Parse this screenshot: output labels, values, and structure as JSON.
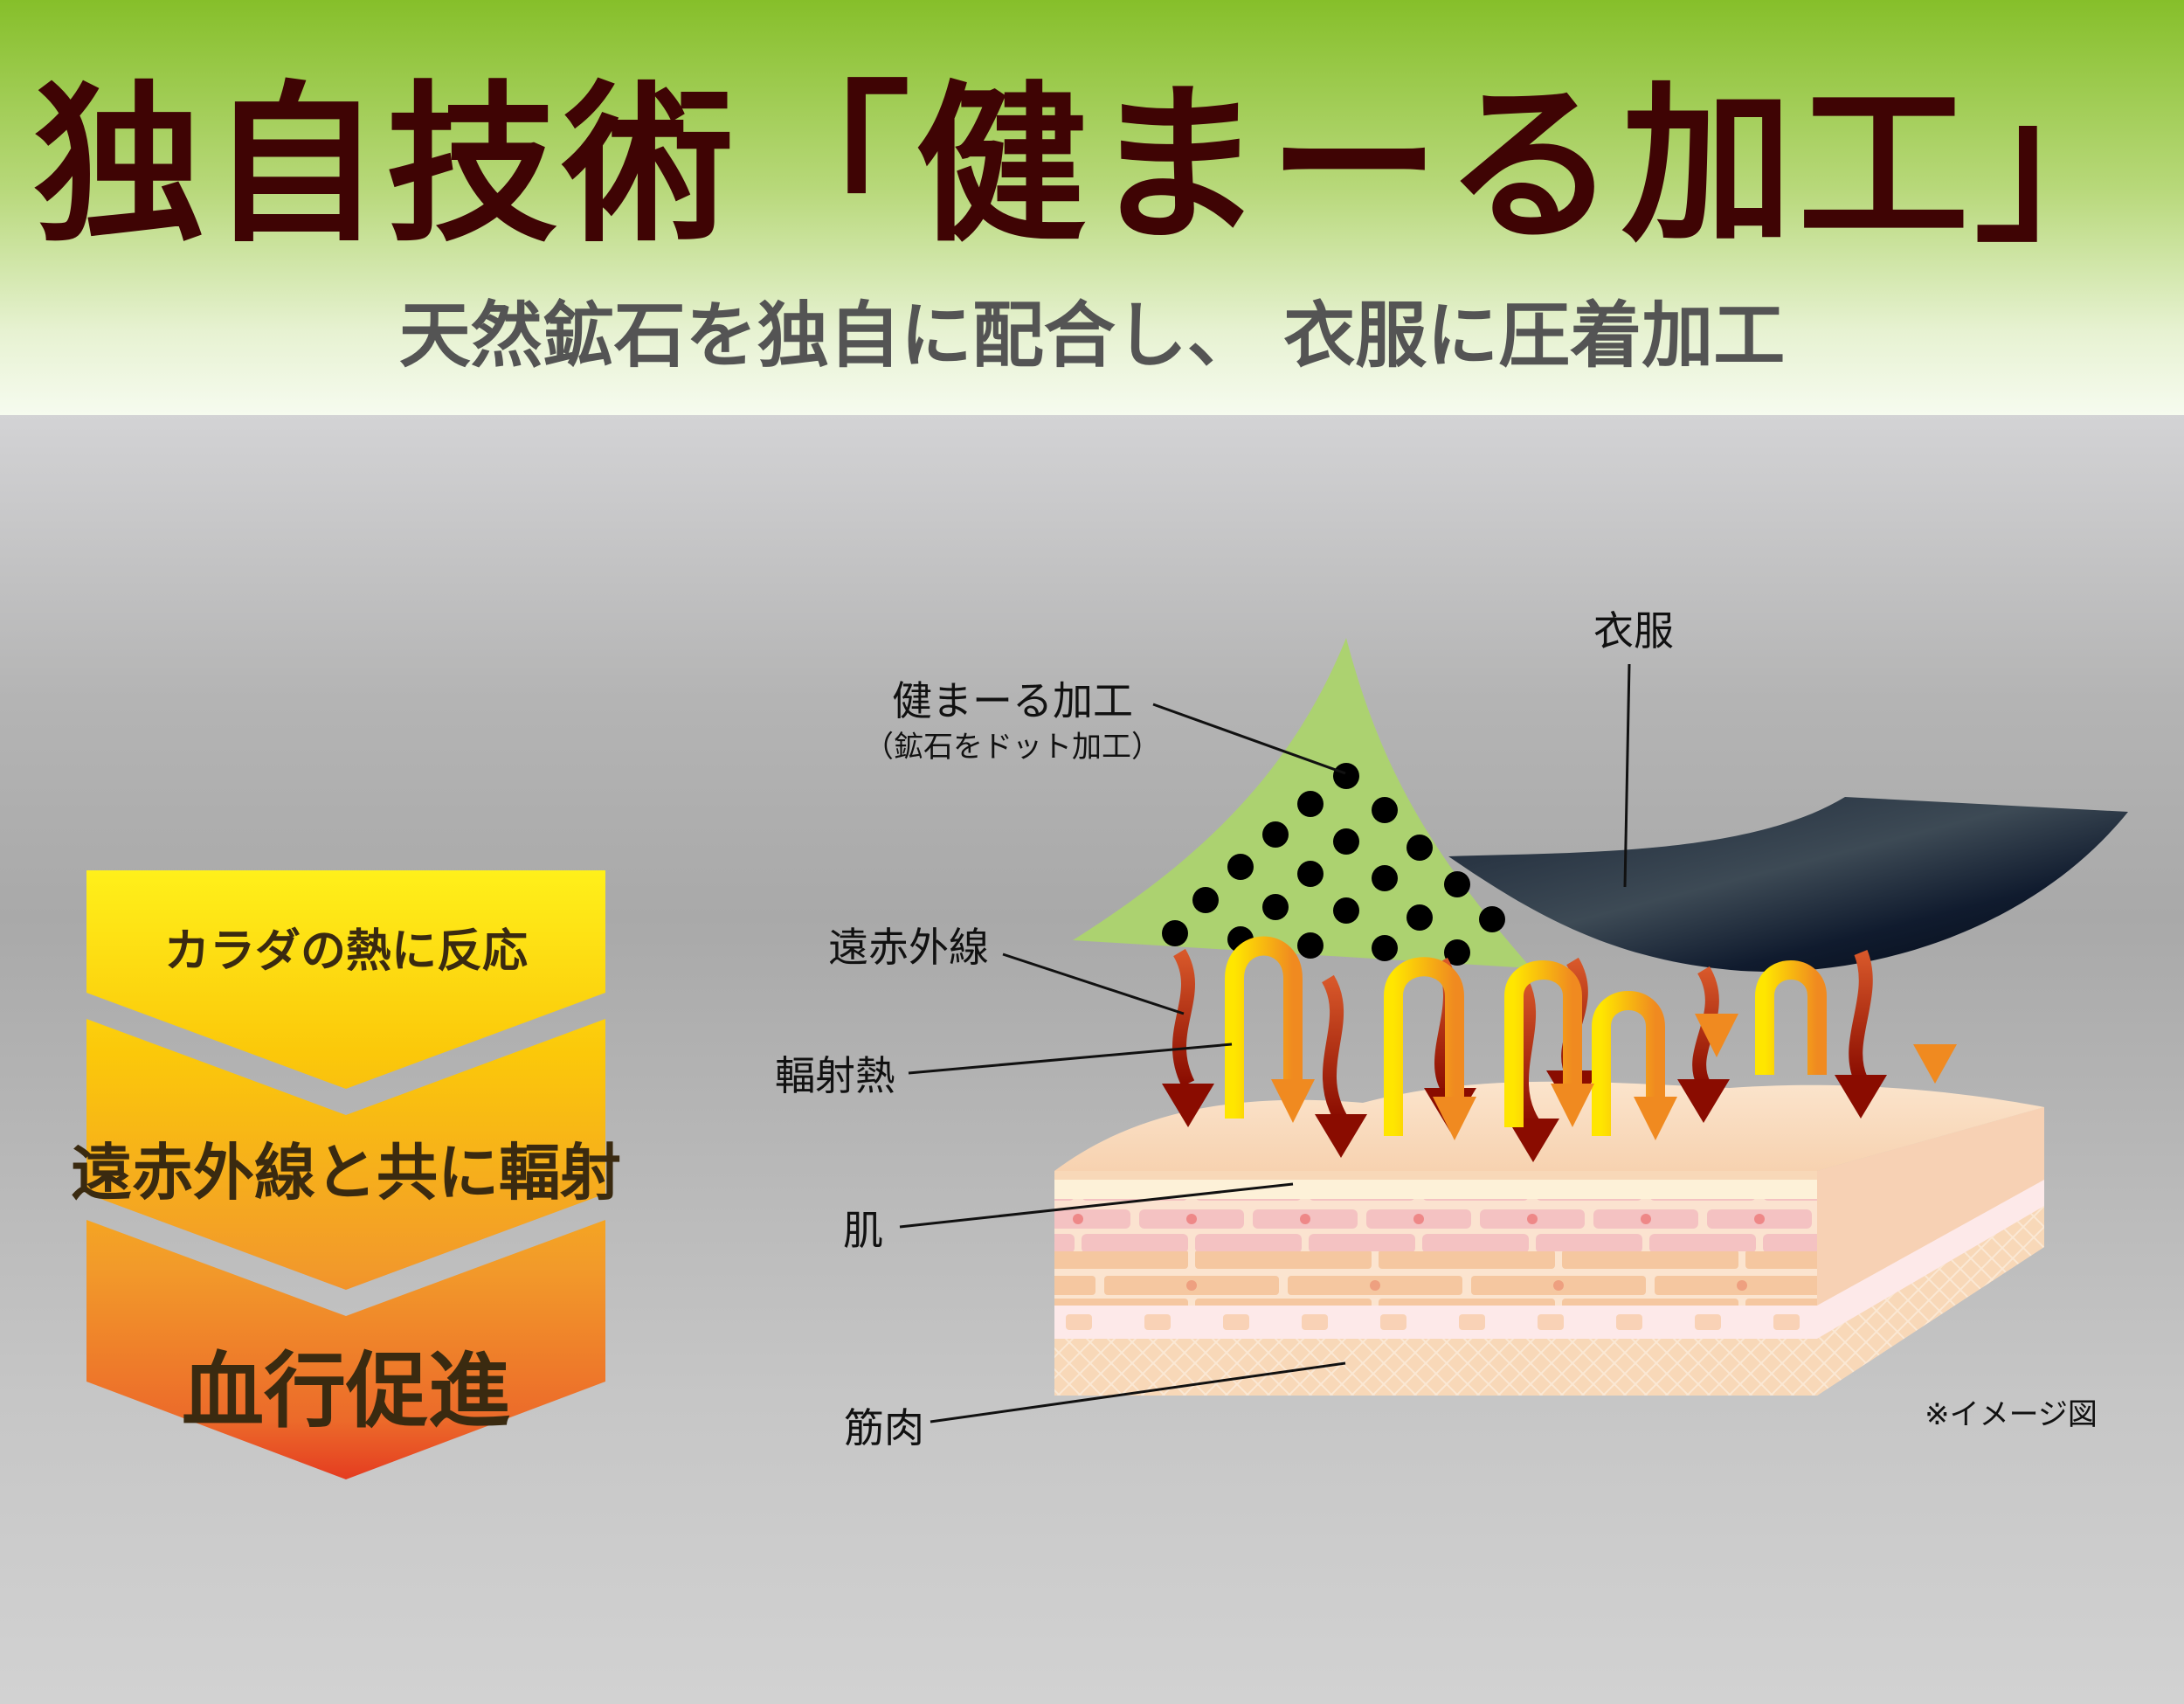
{
  "header": {
    "title": "独自技術「健まーる加工」",
    "subtitle": "天然鉱石を独自に配合し、 衣服に圧着加工"
  },
  "steps": [
    {
      "label": "カラダの熱に反応"
    },
    {
      "label": "遠赤外線と共に輻射"
    },
    {
      "label": "血行促進"
    }
  ],
  "diagram": {
    "labels": {
      "clothing": "衣服",
      "treatment": "健まーる加工",
      "treatment_note": "（鉱石をドット加工）",
      "far_infrared": "遠赤外線",
      "radiant_heat": "輻射熱",
      "skin": "肌",
      "muscle": "筋肉",
      "image_note": "※イメージ図"
    }
  },
  "colors": {
    "title": "#3f0404",
    "header_green": "#86bf2a",
    "treatment_green": "#acd270",
    "cloth": "#0d1626",
    "arrow_red": "#8a0c00",
    "arrow_yellow": "#ffe000",
    "arrow_orange": "#f08a20"
  }
}
